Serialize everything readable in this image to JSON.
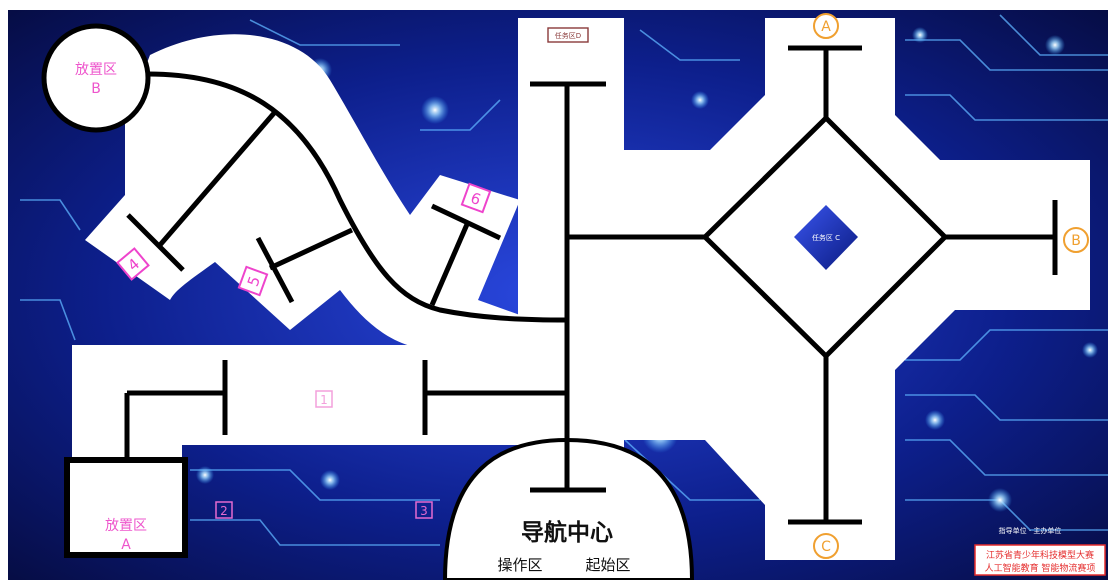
{
  "zones": {
    "placement_b": {
      "line1": "放置区",
      "line2": "B"
    },
    "placement_a": {
      "line1": "放置区",
      "line2": "A"
    },
    "task_d": "任务区D",
    "task_c": "任务区 C",
    "nav_center": {
      "title": "导航中心",
      "sub_left": "操作区",
      "sub_right": "起始区"
    }
  },
  "markers": {
    "a": "A",
    "b": "B",
    "c": "C"
  },
  "stations": [
    "1",
    "2",
    "3",
    "4",
    "5",
    "6"
  ],
  "corner": {
    "small_text": "指导单位 · 主办单位",
    "line1": "江苏省青少年科技模型大赛",
    "line2": "人工智能教育  智能物流赛项"
  },
  "colors": {
    "board_bg": "#0d1f8c",
    "path": "#ffffff",
    "line": "#000000",
    "pink": "#ee55cc",
    "orange": "#f0a030",
    "corner_red": "#e52d2d"
  }
}
